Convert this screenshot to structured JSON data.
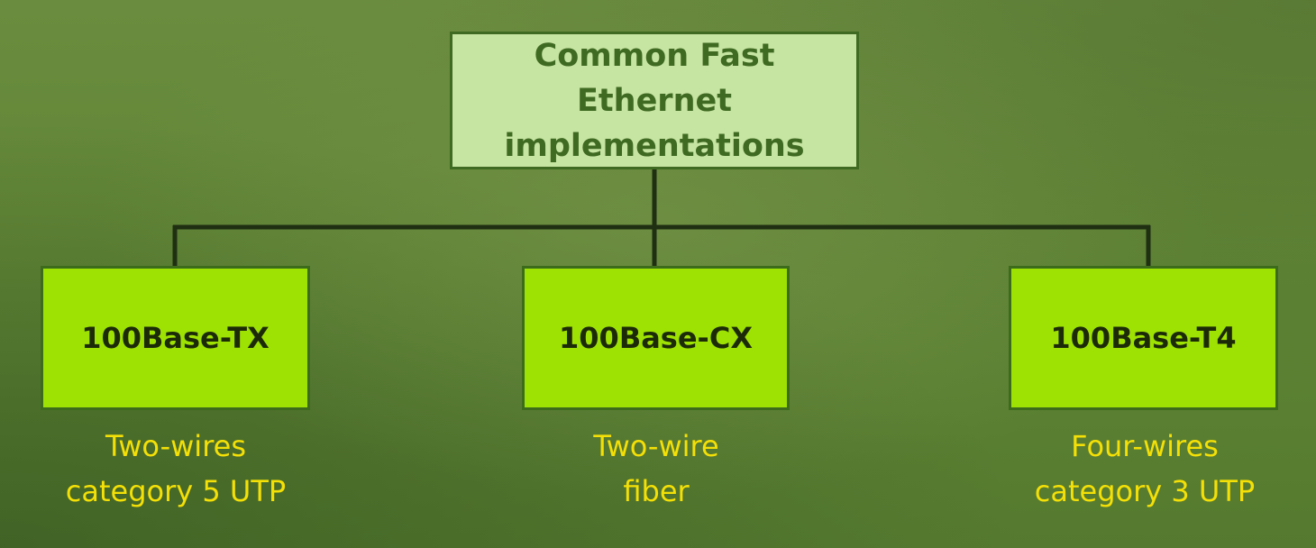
{
  "root": {
    "line1": "Common Fast Ethernet",
    "line2": "implementations"
  },
  "children": [
    {
      "label": "100Base-TX",
      "desc_line1": "Two-wires",
      "desc_line2": "category 5 UTP"
    },
    {
      "label": "100Base-CX",
      "desc_line1": "Two-wire",
      "desc_line2": "fiber"
    },
    {
      "label": "100Base-T4",
      "desc_line1": "Four-wires",
      "desc_line2": "category 3 UTP"
    }
  ],
  "colors": {
    "background": "#5f8435",
    "root_fill": "#c6e4a2",
    "root_text": "#3f6a22",
    "child_fill": "#9ee203",
    "child_text": "#1c2a08",
    "description_text": "#f4e006",
    "connector": "#1f2f12"
  }
}
